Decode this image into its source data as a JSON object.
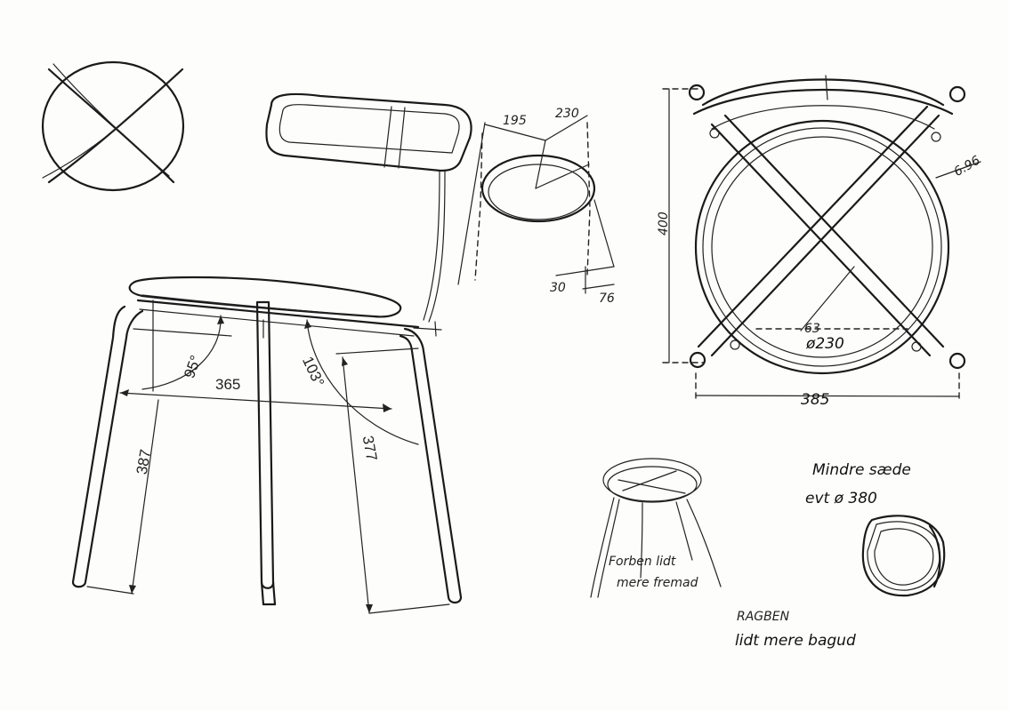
{
  "dimensions": {
    "seat_width": "365",
    "front_leg": "387",
    "rear_leg": "377",
    "front_angle": "95°",
    "rear_angle": "103°",
    "back_a": "195",
    "back_b": "230",
    "back_c": "30",
    "back_d": "76",
    "plan_height": "400",
    "plan_width": "385",
    "plan_tube": "6.96",
    "plan_small": "63",
    "plan_diameter": "ø230"
  },
  "notes": {
    "seat_title": "Mindre sæde",
    "seat_sub": "evt ø 380",
    "front_note_1": "Forben lidt",
    "front_note_2": "mere fremad ",
    "rear_note_1": "RAGBEN",
    "rear_note_2": "lidt mere bagud"
  }
}
